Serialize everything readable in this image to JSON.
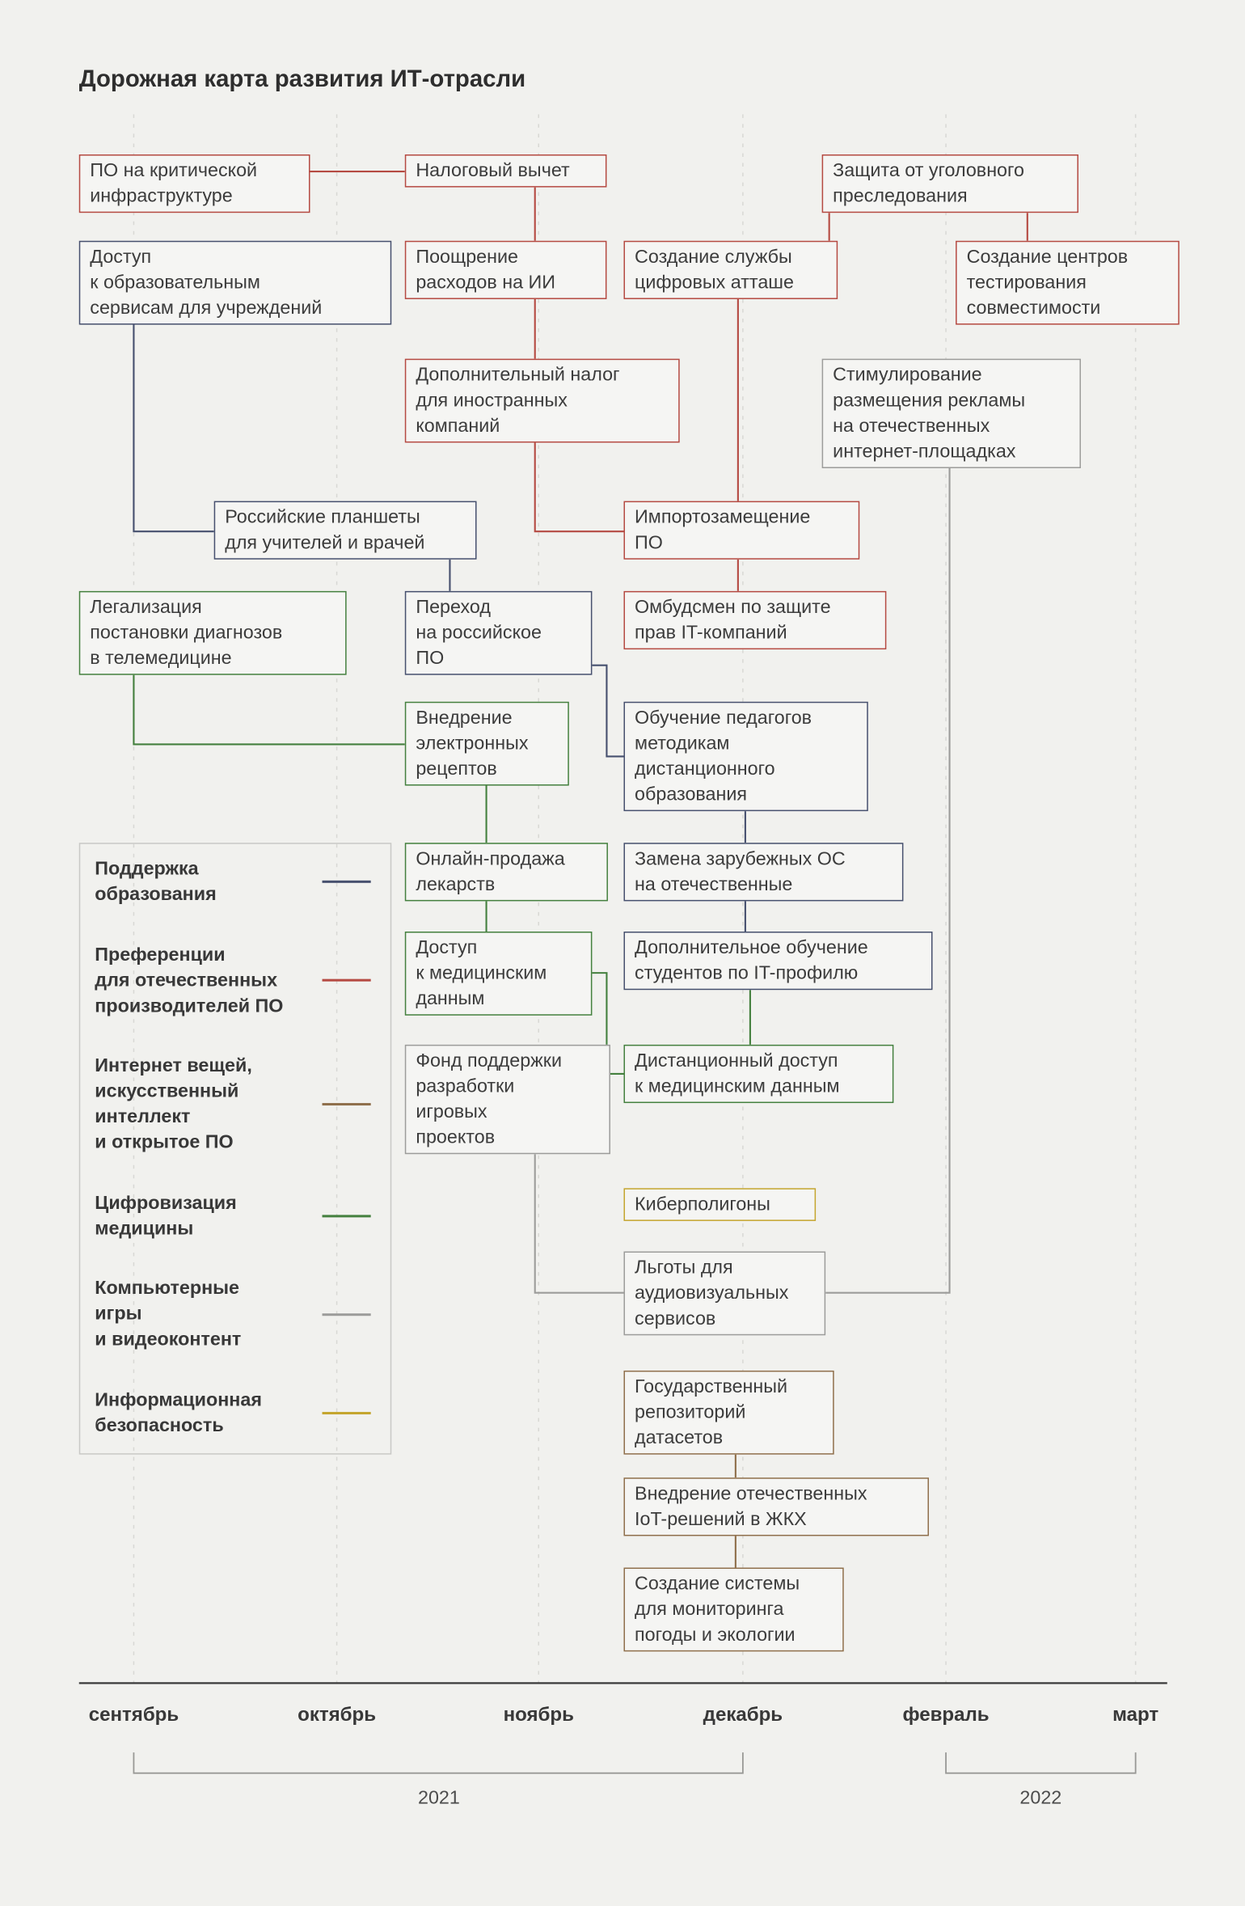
{
  "title": "Дорожная карта развития ИТ-отрасли",
  "colors": {
    "background": "#f1f1ee",
    "box_bg": "#f5f5f3",
    "text": "#3c3c3c",
    "grid": "#d8d8d4",
    "axis": "#3a3a3a",
    "bracket": "#999996",
    "legend_border": "#c9c9c6",
    "education": "#46506e",
    "software": "#b54a42",
    "iot": "#8f6f4b",
    "medicine": "#44803e",
    "games": "#9c9c9a",
    "infosec": "#c4a52e"
  },
  "nodes": {
    "critical_infra": {
      "label": "ПО на критической\nинфраструктуре",
      "category": "software"
    },
    "tax_deduction": {
      "label": "Налоговый вычет",
      "category": "software"
    },
    "criminal_protection": {
      "label": "Защита от уголовного\nпреследования",
      "category": "software"
    },
    "edu_services": {
      "label": "Доступ\nк образовательным\nсервисам для учреждений",
      "category": "education"
    },
    "ai_spending": {
      "label": "Поощрение\nрасходов на ИИ",
      "category": "software"
    },
    "digital_attache": {
      "label": "Создание службы\nцифровых атташе",
      "category": "software"
    },
    "compat_centers": {
      "label": "Создание центров\nтестирования\nсовместимости",
      "category": "software"
    },
    "foreign_tax": {
      "label": "Дополнительный налог\nдля иностранных\nкомпаний",
      "category": "software"
    },
    "ad_stimulus": {
      "label": "Стимулирование\nразмещения рекламы\nна отечественных\nинтернет-площадках",
      "category": "games"
    },
    "ru_tablets": {
      "label": "Российские планшеты\nдля учителей и врачей",
      "category": "education"
    },
    "import_subst": {
      "label": "Импортозамещение\nПО",
      "category": "software"
    },
    "telemed_legal": {
      "label": "Легализация\nпостановки диагнозов\nв телемедицине",
      "category": "medicine"
    },
    "ru_software": {
      "label": "Переход\nна российское\nПО",
      "category": "education"
    },
    "it_ombudsman": {
      "label": "Омбудсмен по защите\nправ IT-компаний",
      "category": "software"
    },
    "e_prescriptions": {
      "label": "Внедрение\nэлектронных\nрецептов",
      "category": "medicine"
    },
    "teacher_training": {
      "label": "Обучение педагогов\nметодикам\nдистанционного\nобразования",
      "category": "education"
    },
    "online_pharma": {
      "label": "Онлайн-продажа\nлекарств",
      "category": "medicine"
    },
    "os_replacement": {
      "label": "Замена зарубежных ОС\nна отечественные",
      "category": "education"
    },
    "med_data_access": {
      "label": "Доступ\nк медицинским\nданным",
      "category": "medicine"
    },
    "student_it_training": {
      "label": "Дополнительное обучение\nстудентов по IT-профилю",
      "category": "education"
    },
    "game_fund": {
      "label": "Фонд поддержки\nразработки\nигровых\nпроектов",
      "category": "games"
    },
    "remote_med_data": {
      "label": "Дистанционный доступ\nк медицинским данным",
      "category": "medicine"
    },
    "cyber_ranges": {
      "label": "Киберполигоны",
      "category": "infosec"
    },
    "av_benefits": {
      "label": "Льготы для\nаудиовизуальных\nсервисов",
      "category": "games"
    },
    "datasets_repo": {
      "label": "Государственный\nрепозиторий\nдатасетов",
      "category": "iot"
    },
    "iot_housing": {
      "label": "Внедрение отечественных\nIoT-решений в ЖКХ",
      "category": "iot"
    },
    "weather_monitoring": {
      "label": "Создание системы\nдля мониторинга\nпогоды и экологии",
      "category": "iot"
    }
  },
  "edges": [
    {
      "from": "critical_infra",
      "to": "tax_deduction",
      "category": "software"
    },
    {
      "from": "tax_deduction",
      "to": "ai_spending",
      "category": "software"
    },
    {
      "from": "ai_spending",
      "to": "foreign_tax",
      "category": "software"
    },
    {
      "from": "foreign_tax",
      "to": "import_subst",
      "category": "software"
    },
    {
      "from": "criminal_protection",
      "to": "digital_attache",
      "category": "software"
    },
    {
      "from": "criminal_protection",
      "to": "compat_centers",
      "category": "software"
    },
    {
      "from": "digital_attache",
      "to": "import_subst",
      "category": "software"
    },
    {
      "from": "import_subst",
      "to": "it_ombudsman",
      "category": "software"
    },
    {
      "from": "edu_services",
      "to": "ru_tablets",
      "category": "education"
    },
    {
      "from": "ru_tablets",
      "to": "ru_software",
      "category": "education"
    },
    {
      "from": "ru_software",
      "to": "teacher_training",
      "category": "education"
    },
    {
      "from": "teacher_training",
      "to": "os_replacement",
      "category": "education"
    },
    {
      "from": "os_replacement",
      "to": "student_it_training",
      "category": "education"
    },
    {
      "from": "telemed_legal",
      "to": "e_prescriptions",
      "category": "medicine"
    },
    {
      "from": "e_prescriptions",
      "to": "online_pharma",
      "category": "medicine"
    },
    {
      "from": "online_pharma",
      "to": "med_data_access",
      "category": "medicine"
    },
    {
      "from": "med_data_access",
      "to": "remote_med_data",
      "category": "medicine"
    },
    {
      "from": "student_it_training",
      "to": "remote_med_data",
      "category": "medicine"
    },
    {
      "from": "ad_stimulus",
      "to": "av_benefits",
      "category": "games"
    },
    {
      "from": "game_fund",
      "to": "av_benefits",
      "category": "games"
    },
    {
      "from": "datasets_repo",
      "to": "iot_housing",
      "category": "iot"
    },
    {
      "from": "iot_housing",
      "to": "weather_monitoring",
      "category": "iot"
    }
  ],
  "legend": {
    "items": [
      {
        "label": "Поддержка\nобразования",
        "category": "education"
      },
      {
        "label": "Преференции\nдля отечественных\nпроизводителей ПО",
        "category": "software"
      },
      {
        "label": "Интернет вещей,\nискусственный\nинтеллект\nи открытое ПО",
        "category": "iot"
      },
      {
        "label": "Цифровизация\nмедицины",
        "category": "medicine"
      },
      {
        "label": "Компьютерные\nигры\nи видеоконтент",
        "category": "games"
      },
      {
        "label": "Информационная\nбезопасность",
        "category": "infosec"
      }
    ]
  },
  "timeline": {
    "months": [
      {
        "label": "сентябрь"
      },
      {
        "label": "октябрь"
      },
      {
        "label": "ноябрь"
      },
      {
        "label": "декабрь"
      },
      {
        "label": "февраль"
      },
      {
        "label": "март"
      }
    ],
    "years": [
      {
        "label": "2021"
      },
      {
        "label": "2022"
      }
    ]
  }
}
